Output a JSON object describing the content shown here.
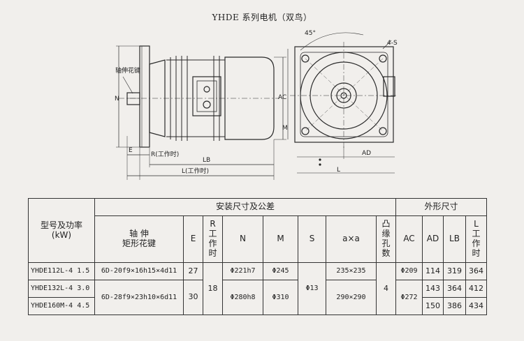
{
  "title": "YHDE 系列电机（双鸟）",
  "drawing_labels": {
    "keyway": "轴伸花键",
    "n": "N",
    "e": "E",
    "r": "R(工作时)",
    "lb": "LB",
    "l": "L(工作时)",
    "ac": "AC",
    "m": "M",
    "angle": "45°",
    "holes": "4-S",
    "ad": "AD",
    "l2": "L"
  },
  "table": {
    "header_model": "型号及功率",
    "header_model_unit": "(kW)",
    "group_install": "安装尺寸及公差",
    "group_outline": "外形尺寸",
    "col_shaft": "轴  伸",
    "col_shaft_sub": "矩形花键",
    "col_e": "E",
    "col_r": [
      "R",
      "工",
      "作",
      "时"
    ],
    "col_n": "N",
    "col_m": "M",
    "col_s": "S",
    "col_axa": "a×a",
    "col_holes": [
      "凸",
      "缘",
      "孔",
      "数"
    ],
    "col_ac": "AC",
    "col_ad": "AD",
    "col_lb": "LB",
    "col_l": [
      "L",
      "工",
      "作",
      "时"
    ],
    "rows": [
      {
        "model": "YHDE112L-4  1.5",
        "ad": "114",
        "lb": "319",
        "l": "364"
      },
      {
        "model": "YHDE132L-4  3.0",
        "ad": "143",
        "lb": "364",
        "l": "412"
      },
      {
        "model": "YHDE160M-4  4.5",
        "ad": "150",
        "lb": "386",
        "l": "434"
      }
    ],
    "shaft_a": "6D-20f9×16h15×4d11",
    "shaft_b": "6D-28f9×23h10×6d11",
    "e_a": "27",
    "e_b": "30",
    "r_all": "18",
    "n_a": "Φ221h7",
    "n_b": "Φ280h8",
    "m_a": "Φ245",
    "m_b": "Φ310",
    "s_all": "Φ13",
    "axa_a": "235×235",
    "axa_b": "290×290",
    "holes_all": "4",
    "ac_a": "Φ209",
    "ac_b": "Φ272"
  }
}
